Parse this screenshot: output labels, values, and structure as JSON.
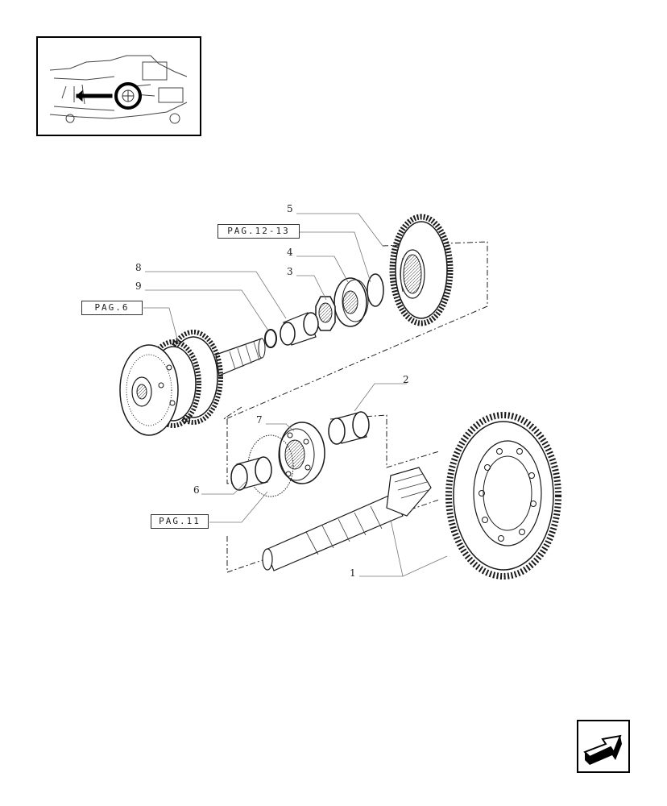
{
  "refs": {
    "pag_12_13": "PAG.12-13",
    "pag_6": "PAG.6",
    "pag_11": "PAG.11"
  },
  "callouts": {
    "c1": "1",
    "c2": "2",
    "c3": "3",
    "c4": "4",
    "c5": "5",
    "c6": "6",
    "c7": "7",
    "c8": "8",
    "c9": "9"
  },
  "icons": {
    "thumbnail": "tractor-overview-icon",
    "navigation": "arrow-navigation-icon"
  },
  "colors": {
    "line": "#1a1a1a",
    "callout_line": "#777777"
  }
}
